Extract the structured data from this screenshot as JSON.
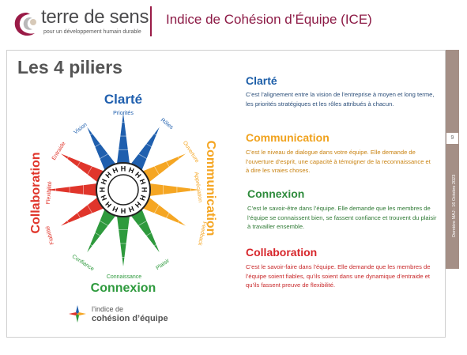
{
  "header": {
    "brand_name": "terre de sens",
    "brand_tagline": "pour un développement humain durable",
    "document_title": "Indice de Cohésion d’Équipe (ICE)"
  },
  "slide": {
    "title": "Les 4 piliers",
    "page_number": "9",
    "side_text": "Dernière MAJ : 16 Octobre 2023"
  },
  "diagram": {
    "center_letters": "HHHHHHHHHHHHHHHH",
    "pillars": {
      "clarte": {
        "name": "Clarté",
        "color": "#1f5fae",
        "sub": [
          "Vision",
          "Priorités",
          "Rôles"
        ]
      },
      "communication": {
        "name": "Communication",
        "color": "#f5a623",
        "sub": [
          "Ouverture",
          "Appréciation",
          "Feedback"
        ]
      },
      "connexion": {
        "name": "Connexion",
        "color": "#2e9a3d",
        "sub": [
          "Plaisir",
          "Connaissance",
          "Confiance"
        ]
      },
      "collaboration": {
        "name": "Collaboration",
        "color": "#e0352b",
        "sub": [
          "Fiabilité",
          "Flexibilité",
          "Entraide"
        ]
      }
    }
  },
  "descriptions": {
    "clarte": {
      "title": "Clarté",
      "text": "C’est l’alignement entre la vision de l’entreprise à moyen et long terme, les priorités stratégiques et les rôles attribués à chacun."
    },
    "communication": {
      "title": "Communication",
      "text": "C’est le niveau de dialogue dans votre équipe. Elle demande de l’ouverture d’esprit, une capacité à témoigner de la reconnaissance et à dire les vraies choses."
    },
    "connexion": {
      "title": "Connexion",
      "text": "C’est le savoir-être dans l’équipe. Elle demande que les membres de l’équipe se connaissent bien, se fassent confiance et trouvent du plaisir à travailler ensemble."
    },
    "collaboration": {
      "title": "Collaboration",
      "text": "C’est le savoir-faire dans l’équipe. Elle demande que les membres de l’équipe soient fiables, qu’ils soient dans une dynamique d’entraide et qu’ils fassent preuve de flexibilité."
    }
  },
  "footer_logo": {
    "line1": "l’indice de",
    "line2": "cohésion d’équipe"
  }
}
